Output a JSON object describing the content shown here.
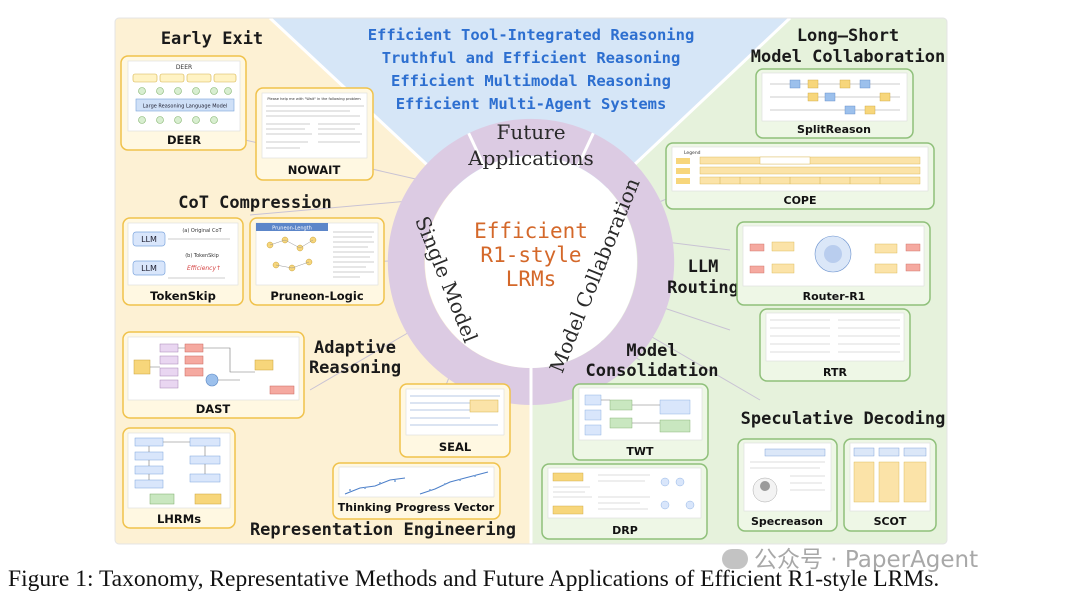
{
  "center": {
    "lines": [
      "Efficient",
      "R1-style",
      "LRMs"
    ]
  },
  "rings": {
    "future": [
      "Future",
      "Applications"
    ],
    "single": "Single Model",
    "collab": "Model Collaboration"
  },
  "future_apps": [
    "Efficient Tool-Integrated Reasoning",
    "Truthful and Efficient Reasoning",
    "Efficient Multimodal Reasoning",
    "Efficient Multi-Agent Systems"
  ],
  "categories": {
    "early_exit": "Early Exit",
    "cot_compression": "CoT Compression",
    "adaptive_reasoning": [
      "Adaptive",
      "Reasoning"
    ],
    "representation_engineering": "Representation Engineering",
    "long_short": [
      "Long–Short",
      "Model Collaboration"
    ],
    "llm_routing": [
      "LLM",
      "Routing"
    ],
    "model_consolidation": [
      "Model",
      "Consolidation"
    ],
    "speculative_decoding": "Speculative Decoding"
  },
  "methods": {
    "deer": "DEER",
    "nowait": "NOWAIT",
    "tokenskip": "TokenSkip",
    "pruneon": "Pruneon-Logic",
    "dast": "DAST",
    "seal": "SEAL",
    "lhrms": "LHRMs",
    "tpv": "Thinking Progress Vector",
    "splitreason": "SplitReason",
    "cope": "COPE",
    "router": "Router-R1",
    "rtr": "RTR",
    "twt": "TWT",
    "drp": "DRP",
    "specreason": "Specreason",
    "scot": "SCOT"
  },
  "thumb_text": {
    "deer_title": "DEER",
    "deer_model": "Large Reasoning Language Model",
    "nowait_q": "Please help me with \"Wait\" in the following problem",
    "cope_legend": "Legend",
    "tokenskip_llm": "LLM",
    "tokenskip_orig": "(a) Original CoT",
    "tokenskip_skip": "(b) TokenSkip",
    "tokenskip_eff": "Efficiency↑",
    "pruneon_title": "Pruneon-Length"
  },
  "caption": "Figure 1:  Taxonomy, Representative Methods and Future Applications of Efficient R1-style LRMs.",
  "watermark": "公众号 · PaperAgent",
  "colors": {
    "single_bg": "#fdf1d4",
    "collab_bg": "#e6f2dc",
    "future_bg": "#d6e6f7",
    "ring": "#dccbe3",
    "center_text": "#d4682a",
    "future_text": "#2d6fd0",
    "card_border": "#f0c24b",
    "card_border_green": "#8fc07a"
  }
}
